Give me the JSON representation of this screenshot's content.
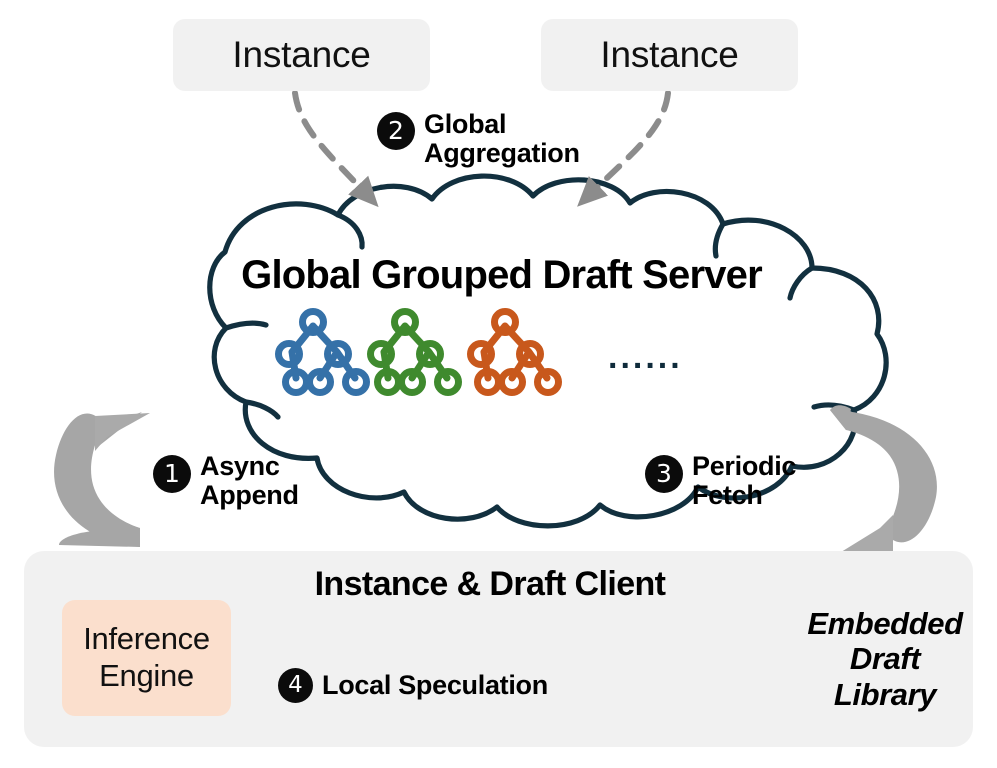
{
  "diagram": {
    "title_top_boxes": [
      "Instance",
      "Instance"
    ],
    "cloud": {
      "label": "Global Grouped Draft Server",
      "ellipsis": "......",
      "outline_color": "#12303f",
      "trees": [
        {
          "name": "draft-tree-blue",
          "color": "#3571a8"
        },
        {
          "name": "draft-tree-green",
          "color": "#3f8a2e"
        },
        {
          "name": "draft-tree-orange",
          "color": "#c8581c"
        }
      ]
    },
    "steps": [
      {
        "num": "1",
        "line1": "Async",
        "line2": "Append"
      },
      {
        "num": "2",
        "line1": "Global",
        "line2": "Aggregation"
      },
      {
        "num": "3",
        "line1": "Periodic",
        "line2": "Fetch"
      },
      {
        "num": "4",
        "line1": "Local Speculation",
        "line2": ""
      }
    ],
    "client_panel": {
      "title": "Instance & Draft Client",
      "engine_line1": "Inference",
      "engine_line2": "Engine",
      "library_line1": "Embedded",
      "library_line2": "Draft",
      "library_line3": "Library",
      "panel_bg": "#f1f1f1",
      "engine_bg": "#fbdfcd",
      "trees": [
        {
          "name": "draft-tree-blue",
          "color": "#3571a8"
        },
        {
          "name": "draft-tree-green",
          "color": "#3f8a2e"
        }
      ]
    },
    "arrows": {
      "aggregation_arrow_color": "#8c8c8c",
      "loop_arrow_color": "#a6a6a6",
      "speculation_arrow_color": "#8c8c8c"
    }
  }
}
